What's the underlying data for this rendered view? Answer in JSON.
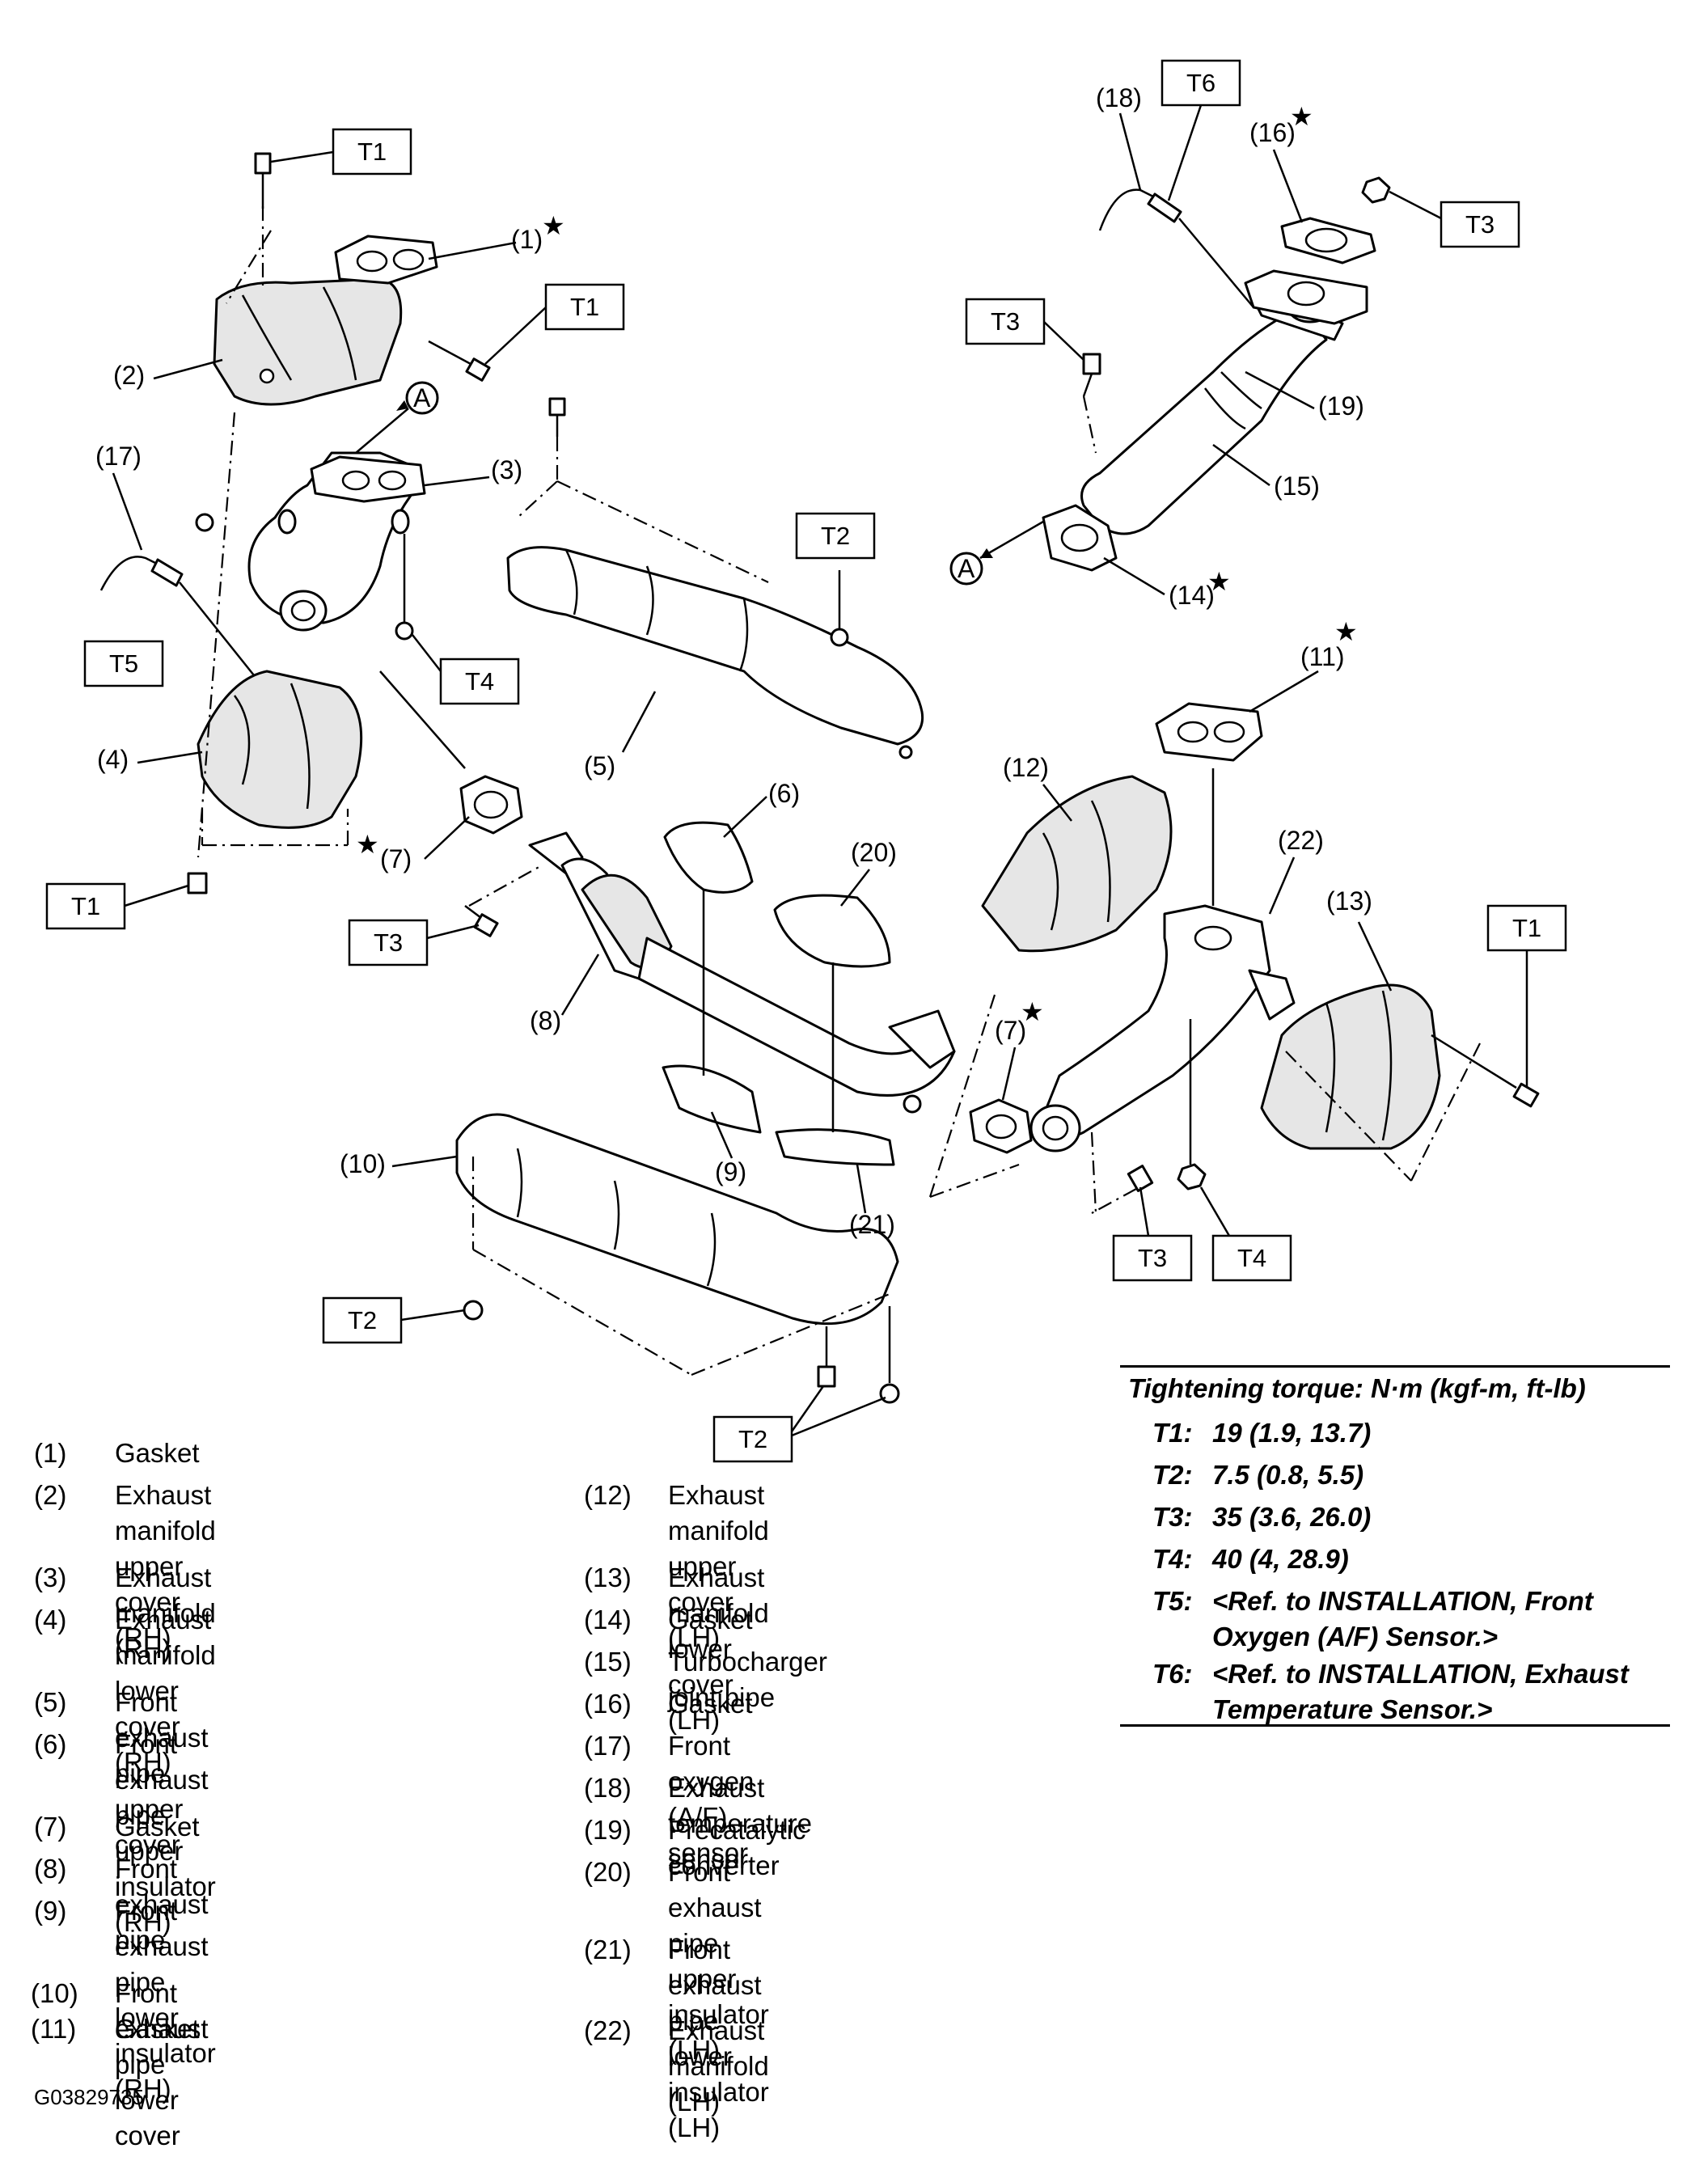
{
  "callouts": {
    "n1": "(1)",
    "n2": "(2)",
    "n3": "(3)",
    "n4": "(4)",
    "n5": "(5)",
    "n6": "(6)",
    "n7a": "(7)",
    "n7b": "(7)",
    "n8": "(8)",
    "n9": "(9)",
    "n10": "(10)",
    "n11": "(11)",
    "n12": "(12)",
    "n13": "(13)",
    "n14": "(14)",
    "n15": "(15)",
    "n16": "(16)",
    "n17": "(17)",
    "n18": "(18)",
    "n19": "(19)",
    "n20": "(20)",
    "n21": "(21)",
    "n22": "(22)",
    "ref_a": "A",
    "star": "★"
  },
  "torque_tags": {
    "t1": "T1",
    "t2": "T2",
    "t3": "T3",
    "t4": "T4",
    "t5": "T5",
    "t6": "T6"
  },
  "legend": [
    {
      "num": "(1)",
      "text": "Gasket"
    },
    {
      "num": "(2)",
      "text": "Exhaust manifold upper cover\n(RH)"
    },
    {
      "num": "(3)",
      "text": "Exhaust manifold (RH)"
    },
    {
      "num": "(4)",
      "text": "Exhaust manifold lower cover\n(RH)"
    },
    {
      "num": "(5)",
      "text": "Front exhaust pipe upper cover"
    },
    {
      "num": "(6)",
      "text": "Front exhaust pipe upper insulator\n(RH)"
    },
    {
      "num": "(7)",
      "text": "Gasket"
    },
    {
      "num": "(8)",
      "text": "Front exhaust pipe"
    },
    {
      "num": "(9)",
      "text": "Front exhaust pipe lower insulator\n(RH)"
    },
    {
      "num": "(10)",
      "text": "Front exhaust pipe lower cover"
    },
    {
      "num": "(11)",
      "text": "Gasket"
    },
    {
      "num": "(12)",
      "text": "Exhaust manifold upper cover\n(LH)"
    },
    {
      "num": "(13)",
      "text": "Exhaust manifold lower cover (LH)"
    },
    {
      "num": "(14)",
      "text": "Gasket"
    },
    {
      "num": "(15)",
      "text": "Turbocharger joint pipe"
    },
    {
      "num": "(16)",
      "text": "Gasket"
    },
    {
      "num": "(17)",
      "text": "Front oxygen (A/F) sensor"
    },
    {
      "num": "(18)",
      "text": "Exhaust temperature sensor"
    },
    {
      "num": "(19)",
      "text": "Precatalytic converter"
    },
    {
      "num": "(20)",
      "text": "Front exhaust pipe upper insulator\n(LH)"
    },
    {
      "num": "(21)",
      "text": "Front exhaust pipe lower insulator\n(LH)"
    },
    {
      "num": "(22)",
      "text": "Exhaust manifold (LH)"
    }
  ],
  "torque": {
    "title": "Tightening torque: N·m (kgf-m, ft-lb)",
    "rows": [
      {
        "key": "T1:",
        "value": "19 (1.9, 13.7)"
      },
      {
        "key": "T2:",
        "value": "7.5 (0.8, 5.5)"
      },
      {
        "key": "T3:",
        "value": "35 (3.6, 26.0)"
      },
      {
        "key": "T4:",
        "value": "40 (4, 28.9)"
      },
      {
        "key": "T5:",
        "value": "<Ref. to INSTALLATION, Front\nOxygen (A/F) Sensor.>"
      },
      {
        "key": "T6:",
        "value": "<Ref. to INSTALLATION, Exhaust\nTemperature Sensor.>"
      }
    ]
  },
  "figure_code": "G03829735"
}
